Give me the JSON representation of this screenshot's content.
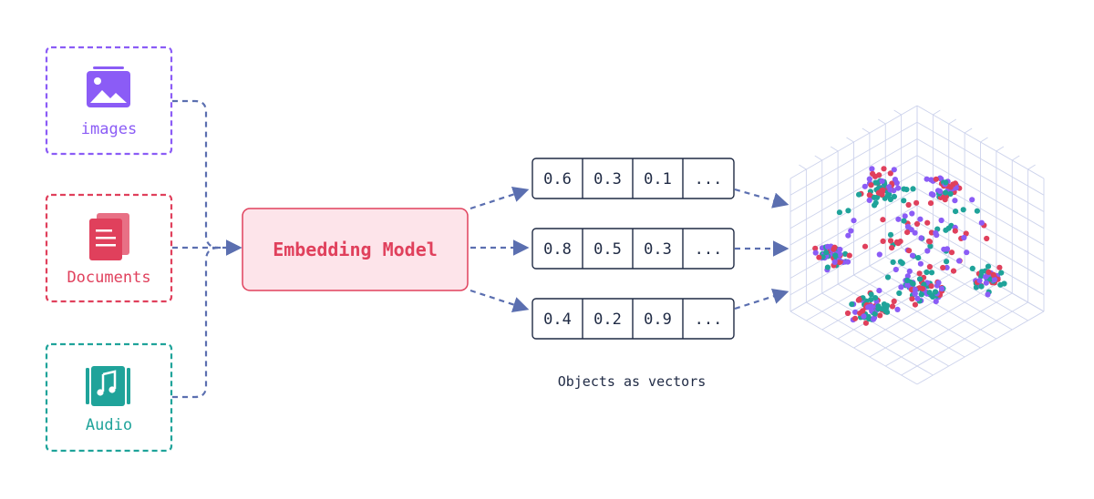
{
  "sources": [
    {
      "label": "images",
      "icon": "image-icon",
      "color": "#8b5cf6"
    },
    {
      "label": "Documents",
      "icon": "document-icon",
      "color": "#e0405c"
    },
    {
      "label": "Audio",
      "icon": "audio-icon",
      "color": "#1fa39a"
    }
  ],
  "model": {
    "label": "Embedding Model",
    "color": "#e0405c",
    "fill": "#fde4ea"
  },
  "vectors": [
    [
      "0.6",
      "0.3",
      "0.1",
      "..."
    ],
    [
      "0.8",
      "0.5",
      "0.3",
      "..."
    ],
    [
      "0.4",
      "0.2",
      "0.9",
      "..."
    ]
  ],
  "vectors_caption": "Objects as vectors",
  "point_colors": [
    "#e0405c",
    "#8b5cf6",
    "#1fa39a"
  ],
  "connector_color": "#5b6fb0"
}
